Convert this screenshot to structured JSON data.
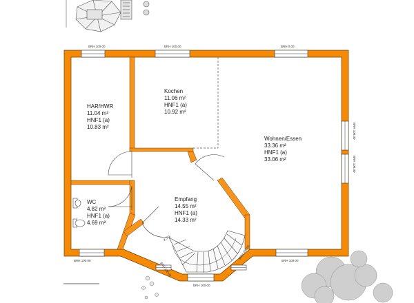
{
  "colors": {
    "wall": "#f58a07",
    "wall_outline": "#6b3a00",
    "inner_wall": "#f7941d",
    "line": "#333333",
    "window": "#ffffff"
  },
  "rooms": [
    {
      "name": "HAR/HWR",
      "area": "11.04 m²",
      "hnf": "HNF1 (a)",
      "net": "10.83 m²"
    },
    {
      "name": "Kochen",
      "area": "11.06 m²",
      "hnf": "HNF1 (a)",
      "net": "10.92 m²"
    },
    {
      "name": "Wohnen/Essen",
      "area": "33.36 m²",
      "hnf": "HNF1 (a)",
      "net": "33.06 m²"
    },
    {
      "name": "WC",
      "area": "4.82 m²",
      "hnf": "HNF1 (a)",
      "net": "4.69 m²"
    },
    {
      "name": "Empfang",
      "area": "14.55 m²",
      "hnf": "HNF1 (a)",
      "net": "14.33 m²"
    }
  ],
  "windows": [
    {
      "label": "BRH 100.00"
    },
    {
      "label": "BRH 100.00"
    },
    {
      "label": "BRH 0.00"
    },
    {
      "label": "BRH 100.00"
    },
    {
      "label": "BRH 100.00"
    },
    {
      "label": "BRH 100.00"
    },
    {
      "label": "BRH 100.00"
    },
    {
      "label": "BRH 100.00"
    },
    {
      "label": "BRH 100.00"
    },
    {
      "label": "BRH 100.00"
    }
  ],
  "stair": {
    "label": "3 Stg."
  }
}
